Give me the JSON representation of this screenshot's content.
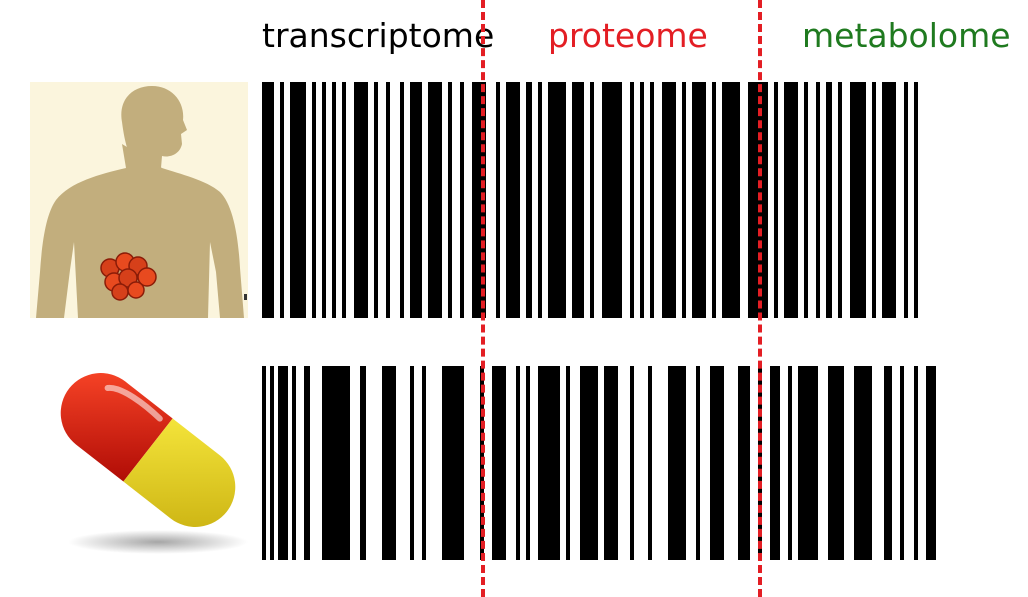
{
  "columns": [
    {
      "label": "transcriptome",
      "color": "#000000"
    },
    {
      "label": "proteome",
      "color": "#e31e24"
    },
    {
      "label": "metabolome",
      "color": "#1f7a1f"
    }
  ],
  "rows": [
    {
      "subject": "patient-body-with-organ-icon"
    },
    {
      "subject": "drug-capsule-icon"
    }
  ],
  "colors": {
    "divider": "#e31e24",
    "body": "#c2ae7d",
    "body_bg": "#fbf5dd",
    "organ": "#e84a1f",
    "capsule_red": "#d8140c",
    "capsule_yellow": "#e6d21a"
  }
}
